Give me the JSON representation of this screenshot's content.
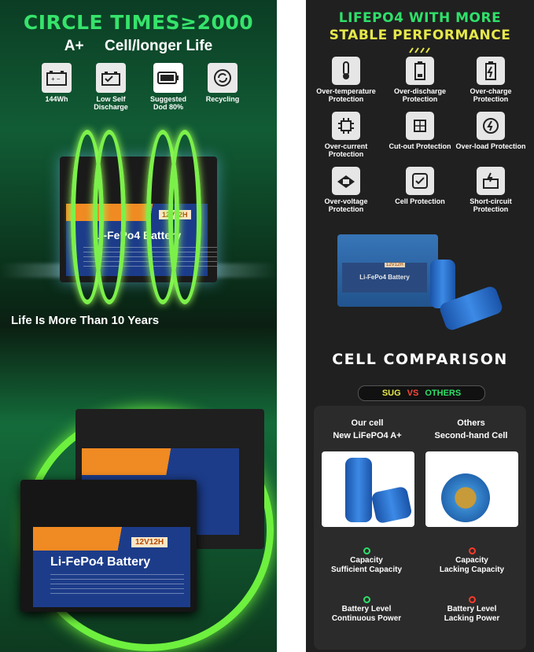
{
  "left": {
    "headline": "CIRCLE TIMES≥2000",
    "subheadline": "A+     Cell/longer Life",
    "features": [
      {
        "icon": "battery-capacity-icon",
        "label": "144Wh"
      },
      {
        "icon": "self-discharge-icon",
        "label": "Low Self Discharge"
      },
      {
        "icon": "battery-level-icon",
        "label": "Suggested Dod 80%"
      },
      {
        "icon": "recycling-icon",
        "label": "Recycling"
      }
    ],
    "battery_tag": "12V12H",
    "battery_name": "Li-FePo4 Battery",
    "life_text": "Life Is More Than 10 Years",
    "battery_tag_bottom": "12V12H",
    "battery_name_bottom": "Li-FePo4 Battery"
  },
  "right": {
    "headline_line1": "LIFEPO4 WITH MORE",
    "headline_line2": "STABLE PERFORMANCE",
    "protections": [
      {
        "icon": "thermometer-icon",
        "label": "Over-temperature Protection"
      },
      {
        "icon": "battery-low-icon",
        "label": "Over-discharge Protection"
      },
      {
        "icon": "battery-charge-icon",
        "label": "Over-charge Protection"
      },
      {
        "icon": "chip-icon",
        "label": "Over-current Protection"
      },
      {
        "icon": "circuit-cutout-icon",
        "label": "Cut-out Protection"
      },
      {
        "icon": "overload-icon",
        "label": "Over-load Protection"
      },
      {
        "icon": "voltage-chip-icon",
        "label": "Over-voltage Protection"
      },
      {
        "icon": "cell-icon",
        "label": "Cell Protection"
      },
      {
        "icon": "short-circuit-icon",
        "label": "Short-circuit Protection"
      }
    ],
    "pack_tag": "12V12H",
    "pack_name": "Li-FePo4 Battery",
    "comparison_title": "CELL COMPARISON",
    "vs_left": "SUG",
    "vs_mid": "VS",
    "vs_right": "OTHERS",
    "our_title": "Our cell",
    "our_sub": "New LiFePO4 A+",
    "other_title": "Others",
    "other_sub": "Second-hand Cell",
    "our_results": [
      {
        "line1": "Capacity",
        "line2": "Sufficient Capacity"
      },
      {
        "line1": "Battery Level",
        "line2": "Continuous Power"
      }
    ],
    "other_results": [
      {
        "line1": "Capacity",
        "line2": "Lacking Capacity"
      },
      {
        "line1": "Battery Level",
        "line2": "Lacking Power"
      }
    ]
  },
  "colors": {
    "green": "#2fe06a",
    "yellow": "#e6e84a",
    "red": "#ff3a2a",
    "orange": "#f08a22",
    "blue": "#1c3c8a"
  }
}
